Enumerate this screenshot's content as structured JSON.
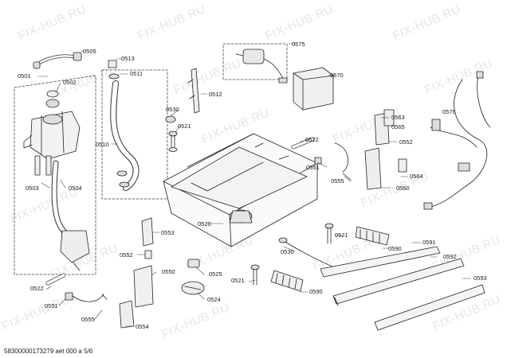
{
  "watermark": "FIX-HUB.RU",
  "footer": "58300000173279 aet 000 a 5/6",
  "labels": {
    "p0501": "0501",
    "p0502": "0502",
    "p0503": "0503",
    "p0504": "0504",
    "p0505": "0505",
    "p0510": "0510",
    "p0511": "0511",
    "p0512": "0512",
    "p0513": "0513",
    "p0520": "0520",
    "p0521a": "0521",
    "p0521b": "0521",
    "p0521c": "0521",
    "p0522a": "0522",
    "p0522b": "0522",
    "p0524": "0524",
    "p0525": "0525",
    "p0530a": "0530",
    "p0530b": "0530",
    "p0550": "0550",
    "p0551a": "0551",
    "p0551b": "0551",
    "p0552a": "0552",
    "p0552b": "0552",
    "p0553": "0553",
    "p0554": "0554",
    "p0555a": "0555",
    "p0555b": "0555",
    "p0560": "0560",
    "p0563": "0563",
    "p0564": "0564",
    "p0565": "0565",
    "p0570": "0570",
    "p0575": "0575",
    "p0576": "0576",
    "p0590a": "0590",
    "p0590b": "0590",
    "p0591": "0591",
    "p0592": "0592",
    "p0593": "0593"
  }
}
